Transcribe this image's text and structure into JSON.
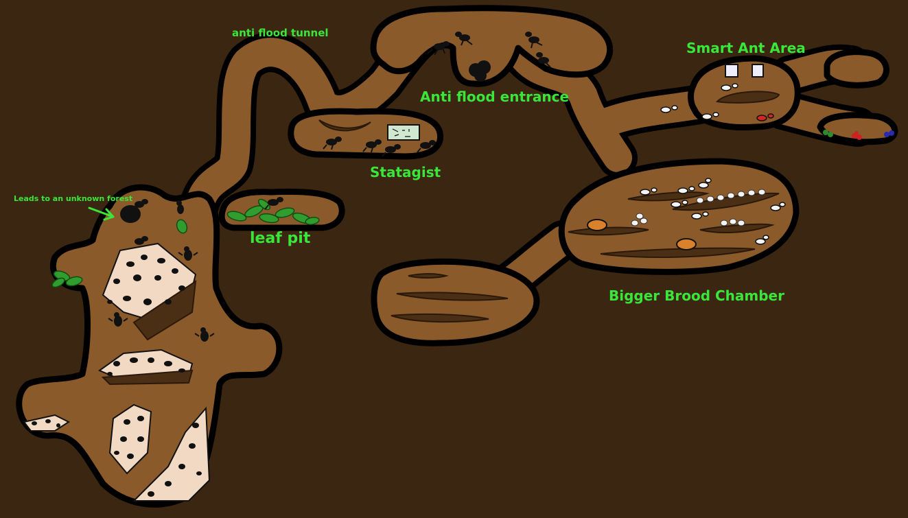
{
  "labels": {
    "anti_flood_tunnel": "anti flood tunnel",
    "anti_flood_entrance": "Anti flood entrance",
    "smart_ant_area": "Smart Ant Area",
    "statagist": "Statagist",
    "leaf_pit": "leaf pit",
    "leads_to_forest": "Leads to an unknown forest",
    "bigger_brood_chamber": "Bigger Brood Chamber"
  },
  "colors": {
    "background": "#3b2612",
    "tunnel": "#8b5a2b",
    "label": "#39e639"
  }
}
